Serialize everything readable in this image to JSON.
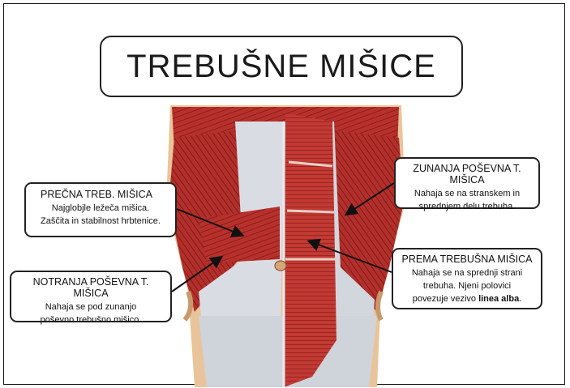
{
  "title": "TREBUŠNE MIŠICE",
  "callouts": {
    "transverse": {
      "heading": "PREČNA TREB. MIŠICA",
      "line1": "Najglobjle ležeča mišica.",
      "line2": "Zaščita in stabilnost hrbtenice."
    },
    "internal_oblique": {
      "heading": "NOTRANJA POŠEVNA T. MIŠICA",
      "line1": "Nahaja se pod zunanjo",
      "line2": "poševno trebušno mišico."
    },
    "external_oblique": {
      "heading": "ZUNANJA POŠEVNA T. MIŠICA",
      "line1": "Nahaja se na stranskem in",
      "line2": "sprednjem delu trebuha."
    },
    "rectus": {
      "heading": "PREMA TREBUŠNA MIŠICA",
      "line1": "Nahaja se na sprednji strani",
      "line2": "trebuha. Njeni polovici",
      "line3_prefix": "povezuje vezivo ",
      "line3_bold": "linea alba",
      "line3_suffix": "."
    }
  },
  "colors": {
    "muscle": "#b8302c",
    "muscle_dark": "#7e1a18",
    "fascia": "#d9dde3",
    "skin": "#e9c49a"
  }
}
